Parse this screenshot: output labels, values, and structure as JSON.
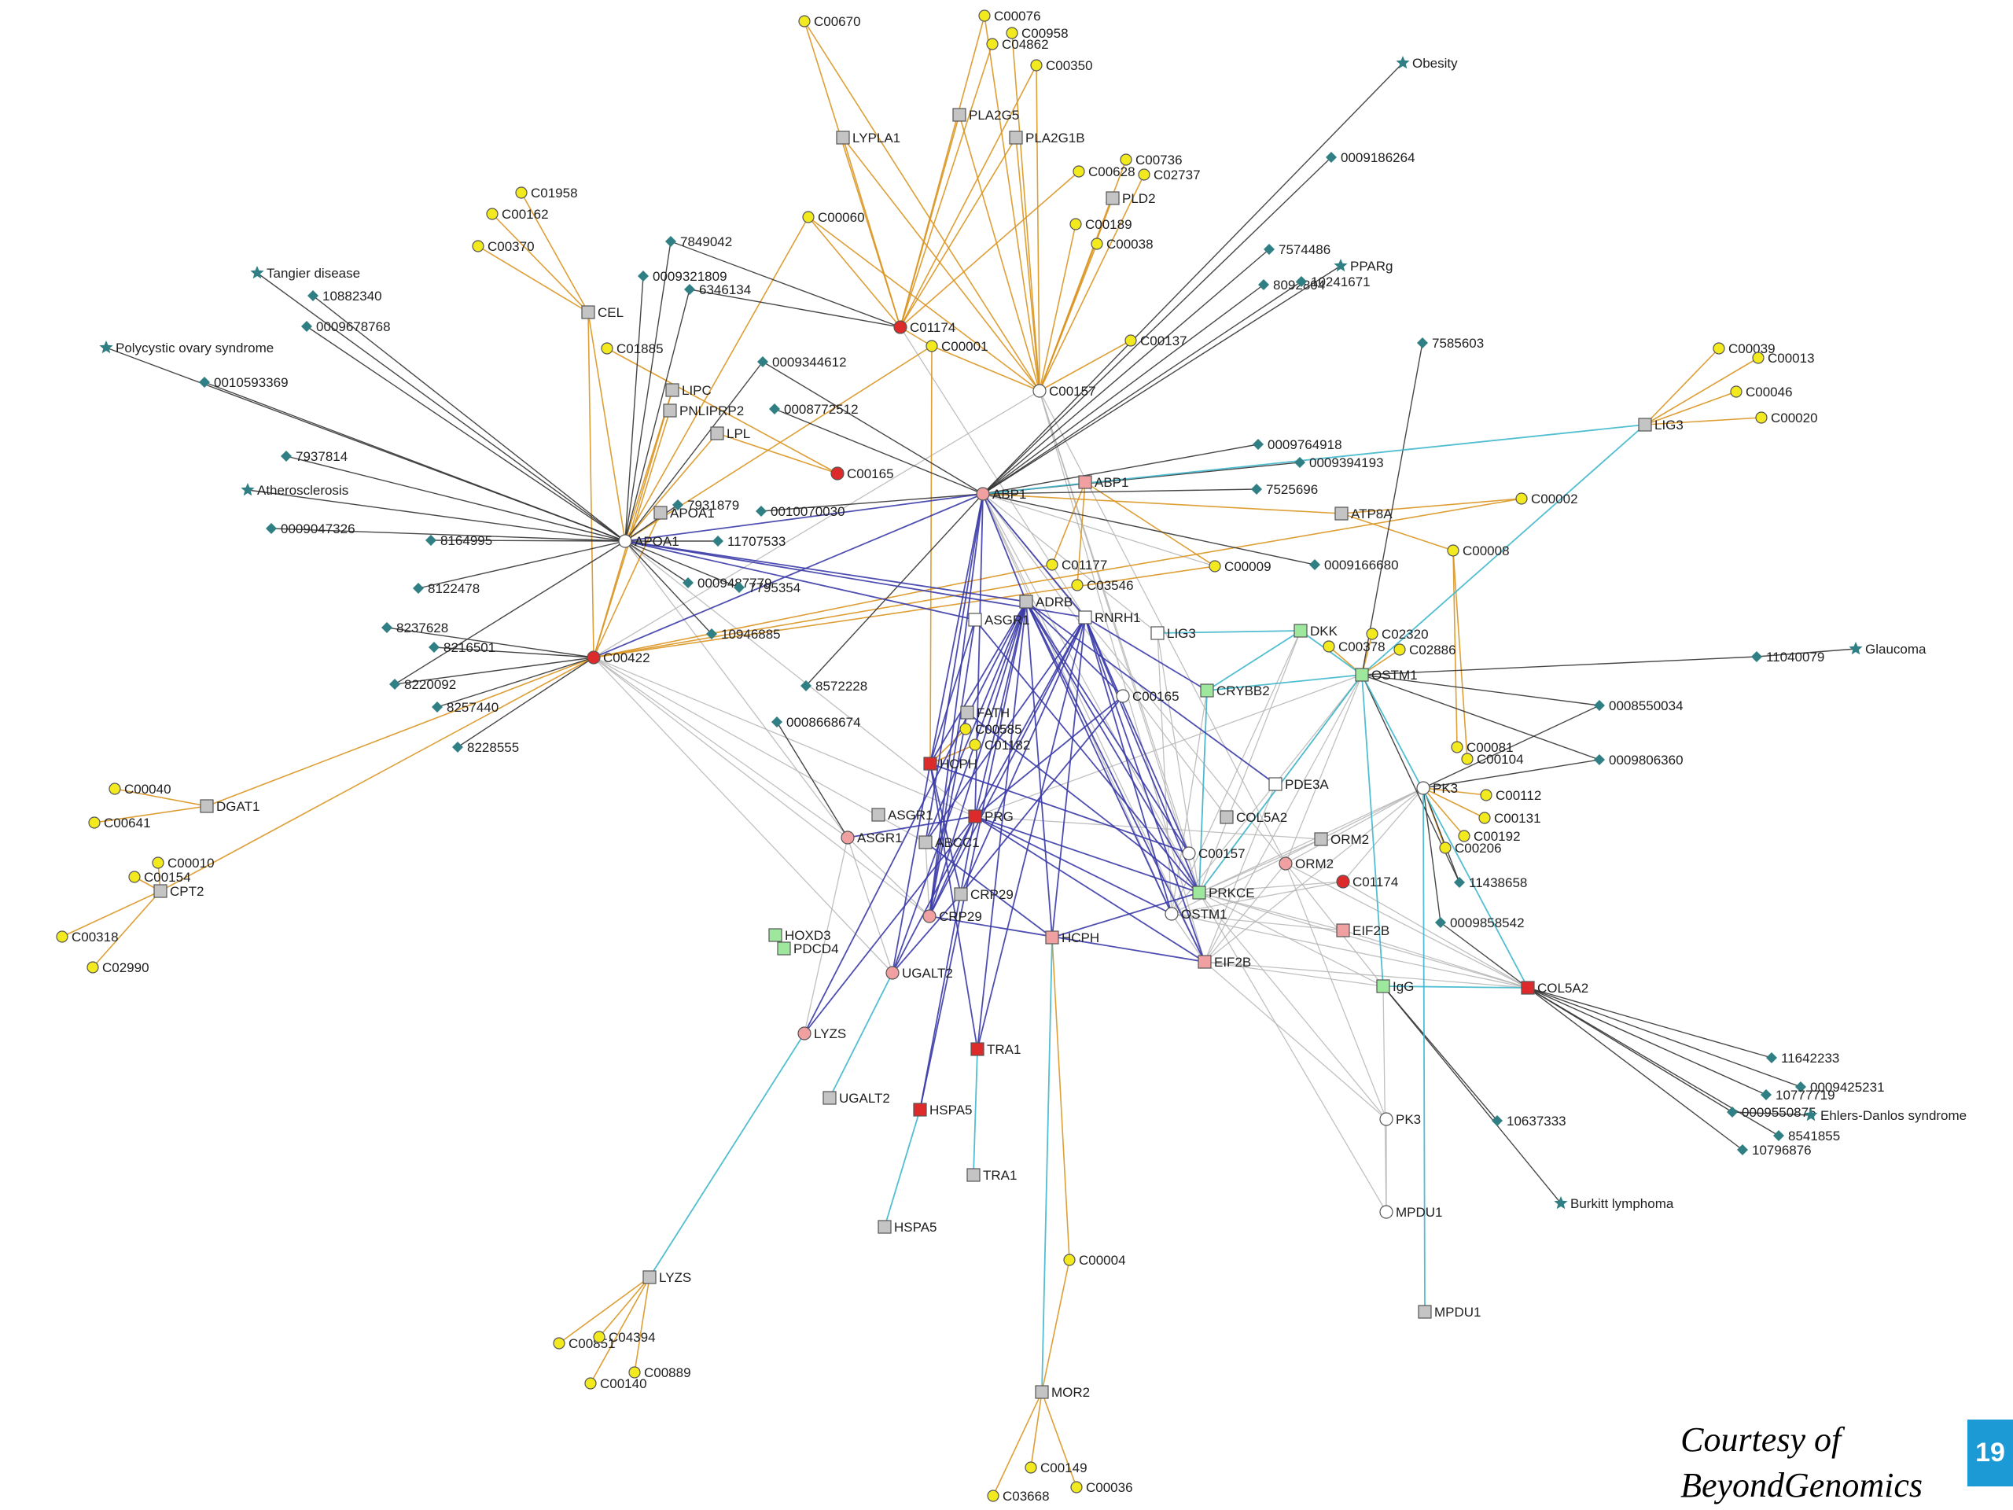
{
  "colors": {
    "metabolite": "#f2ea1e",
    "protein": "#c4c4c4",
    "snp": "#2f7f84",
    "disease": "#2f7f84",
    "edge_metabolic": "#d99520",
    "edge_protein": "#3b3ba8",
    "edge_genetic": "#333333",
    "edge_correlation": "#b5b5b5",
    "edge_transcript": "#3fb7cc",
    "hub_red": "#dd2a2a",
    "hub_pink": "#f0a0a0",
    "hub_green": "#9ee89e",
    "hub_white": "#ffffff",
    "page_tab": "#1c9ad6"
  },
  "credit": {
    "line1": "Courtesy of",
    "line2": "BeyondGenomics"
  },
  "page_number": "19",
  "nodes": [
    {
      "id": "C00422",
      "type": "metabolite",
      "style": "red",
      "label": "C00422"
    },
    {
      "id": "APOA1",
      "type": "metabolite",
      "style": "white",
      "label": "APOA1"
    },
    {
      "id": "ABP1",
      "type": "protein",
      "style": "pink",
      "label": "ABP1"
    },
    {
      "id": "C01174a",
      "type": "metabolite",
      "style": "red",
      "label": "C01174"
    },
    {
      "id": "C00001",
      "type": "metabolite",
      "style": "yellow",
      "label": "C00001"
    },
    {
      "id": "C00157",
      "type": "metabolite",
      "style": "white",
      "label": "C00157"
    },
    {
      "id": "C00165a",
      "type": "metabolite",
      "style": "red",
      "label": "C00165"
    },
    {
      "id": "CEL",
      "type": "protein",
      "style": "gray",
      "label": "CEL"
    },
    {
      "id": "LIPC",
      "type": "protein",
      "style": "gray",
      "label": "LIPC"
    },
    {
      "id": "PNLIPRP2",
      "type": "protein",
      "style": "gray",
      "label": "PNLIPRP2"
    },
    {
      "id": "LPL",
      "type": "protein",
      "style": "gray",
      "label": "LPL"
    },
    {
      "id": "APOA1p",
      "type": "protein",
      "style": "gray",
      "label": "APOA1"
    },
    {
      "id": "LYPLA1",
      "type": "protein",
      "style": "gray",
      "label": "LYPLA1"
    },
    {
      "id": "PLA2G5",
      "type": "protein",
      "style": "gray",
      "label": "PLA2G5"
    },
    {
      "id": "PLA2G1B",
      "type": "protein",
      "style": "gray",
      "label": "PLA2G1B"
    },
    {
      "id": "PLD2",
      "type": "protein",
      "style": "gray",
      "label": "PLD2"
    },
    {
      "id": "LIG3",
      "type": "protein",
      "style": "gray",
      "label": "LIG3"
    },
    {
      "id": "ATP8A",
      "type": "protein",
      "style": "gray",
      "label": "ATP8A"
    },
    {
      "id": "ABP1b",
      "type": "protein",
      "style": "pink",
      "label": "ABP1"
    },
    {
      "id": "DGAT1",
      "type": "protein",
      "style": "gray",
      "label": "DGAT1"
    },
    {
      "id": "CPT2",
      "type": "protein",
      "style": "gray",
      "label": "CPT2"
    },
    {
      "id": "HCPH",
      "type": "protein",
      "style": "red",
      "label": "HCPH"
    },
    {
      "id": "HCPH2",
      "type": "protein",
      "style": "pink",
      "label": "HCPH"
    },
    {
      "id": "ASGR1a",
      "type": "protein",
      "style": "gray",
      "label": "ASGR1"
    },
    {
      "id": "ASGR1b",
      "type": "protein",
      "style": "pink",
      "label": "ASGR1"
    },
    {
      "id": "ABCC1",
      "type": "protein",
      "style": "gray",
      "label": "ABCC1"
    },
    {
      "id": "PRG",
      "type": "protein",
      "style": "red",
      "label": "PRG"
    },
    {
      "id": "CRP29",
      "type": "protein",
      "style": "pink",
      "label": "CRP29"
    },
    {
      "id": "CRP29b",
      "type": "protein",
      "style": "gray",
      "label": "CRP29"
    },
    {
      "id": "UGALT2a",
      "type": "protein",
      "style": "pink",
      "label": "UGALT2"
    },
    {
      "id": "UGALT2b",
      "type": "protein",
      "style": "gray",
      "label": "UGALT2"
    },
    {
      "id": "LYZSa",
      "type": "protein",
      "style": "pink",
      "label": "LYZS"
    },
    {
      "id": "LYZSb",
      "type": "protein",
      "style": "gray",
      "label": "LYZS"
    },
    {
      "id": "TRA1a",
      "type": "protein",
      "style": "red",
      "label": "TRA1"
    },
    {
      "id": "TRA1b",
      "type": "protein",
      "style": "gray",
      "label": "TRA1"
    },
    {
      "id": "HSPA5a",
      "type": "protein",
      "style": "red",
      "label": "HSPA5"
    },
    {
      "id": "HSPA5b",
      "type": "protein",
      "style": "gray",
      "label": "HSPA5"
    },
    {
      "id": "HOXD3",
      "type": "protein",
      "style": "green",
      "label": "HOXD3"
    },
    {
      "id": "PDCD4",
      "type": "protein",
      "style": "green",
      "label": "PDCD4"
    },
    {
      "id": "MOR2",
      "type": "protein",
      "style": "gray",
      "label": "MOR2"
    },
    {
      "id": "ORM2a",
      "type": "protein",
      "style": "gray",
      "label": "ORM2"
    },
    {
      "id": "ORM2b",
      "type": "protein",
      "style": "pink",
      "label": "ORM2"
    },
    {
      "id": "EIF2Ba",
      "type": "protein",
      "style": "pink",
      "label": "EIF2B"
    },
    {
      "id": "EIF2Bb",
      "type": "protein",
      "style": "pink",
      "label": "EIF2B"
    },
    {
      "id": "COL5A2a",
      "type": "protein",
      "style": "red",
      "label": "COL5A2"
    },
    {
      "id": "COL5A2b",
      "type": "protein",
      "style": "gray",
      "label": "COL5A2"
    },
    {
      "id": "IgG",
      "type": "protein",
      "style": "green",
      "label": "IgG"
    },
    {
      "id": "PK3a",
      "type": "protein",
      "style": "white",
      "label": "PK3"
    },
    {
      "id": "PK3b",
      "type": "protein",
      "style": "white",
      "label": "PK3"
    },
    {
      "id": "MPDU1a",
      "type": "protein",
      "style": "white",
      "label": "MPDU1"
    },
    {
      "id": "MPDU1b",
      "type": "protein",
      "style": "gray",
      "label": "MPDU1"
    },
    {
      "id": "OSTM1a",
      "type": "protein",
      "style": "green",
      "label": "OSTM1"
    },
    {
      "id": "OSTM1b",
      "type": "protein",
      "style": "white",
      "label": "OSTM1"
    },
    {
      "id": "CRYBB2",
      "type": "protein",
      "style": "green",
      "label": "CRYBB2"
    },
    {
      "id": "PDE3A",
      "type": "protein",
      "style": "white",
      "label": "PDE3A"
    },
    {
      "id": "DKK",
      "type": "protein",
      "style": "green",
      "label": "DKK"
    },
    {
      "id": "LIG3b",
      "type": "protein",
      "style": "white",
      "label": "LIG3"
    },
    {
      "id": "PRKCE",
      "type": "protein",
      "style": "green",
      "label": "PRKCE"
    },
    {
      "id": "FATH",
      "type": "protein",
      "style": "gray",
      "label": "FATH"
    },
    {
      "id": "RNRH1",
      "type": "protein",
      "style": "white",
      "label": "RNRH1"
    },
    {
      "id": "ADRB",
      "type": "protein",
      "style": "gray",
      "label": "ADRB"
    },
    {
      "id": "ASGR1c",
      "type": "protein",
      "style": "white",
      "label": "ASGR1"
    },
    {
      "id": "C01174b",
      "type": "metabolite",
      "style": "red",
      "label": "C01174"
    },
    {
      "id": "C00165b",
      "type": "metabolite",
      "style": "white",
      "label": "C00165"
    },
    {
      "id": "C00157b",
      "type": "metabolite",
      "style": "white",
      "label": "C00157"
    },
    {
      "id": "C01177",
      "type": "metabolite",
      "style": "yellow",
      "label": "C01177"
    },
    {
      "id": "C03546",
      "type": "metabolite",
      "style": "yellow",
      "label": "C03546"
    },
    {
      "id": "C00009",
      "type": "metabolite",
      "style": "yellow",
      "label": "C00009"
    },
    {
      "id": "C00002",
      "type": "metabolite",
      "style": "yellow",
      "label": "C00002"
    },
    {
      "id": "C00008",
      "type": "metabolite",
      "style": "yellow",
      "label": "C00008"
    },
    {
      "id": "C00670",
      "type": "metabolite",
      "style": "yellow",
      "label": "C00670"
    },
    {
      "id": "C00076",
      "type": "metabolite",
      "style": "yellow",
      "label": "C00076"
    },
    {
      "id": "C00958",
      "type": "metabolite",
      "style": "yellow",
      "label": "C00958"
    },
    {
      "id": "C04862",
      "type": "metabolite",
      "style": "yellow",
      "label": "C04862"
    },
    {
      "id": "C00350",
      "type": "metabolite",
      "style": "yellow",
      "label": "C00350"
    },
    {
      "id": "C00736",
      "type": "metabolite",
      "style": "yellow",
      "label": "C00736"
    },
    {
      "id": "C02737",
      "type": "metabolite",
      "style": "yellow",
      "label": "C02737"
    },
    {
      "id": "C00628",
      "type": "metabolite",
      "style": "yellow",
      "label": "C00628"
    },
    {
      "id": "C00189",
      "type": "metabolite",
      "style": "yellow",
      "label": "C00189"
    },
    {
      "id": "C00038",
      "type": "metabolite",
      "style": "yellow",
      "label": "C00038"
    },
    {
      "id": "C00137",
      "type": "metabolite",
      "style": "yellow",
      "label": "C00137"
    },
    {
      "id": "C01958",
      "type": "metabolite",
      "style": "yellow",
      "label": "C01958"
    },
    {
      "id": "C00162",
      "type": "metabolite",
      "style": "yellow",
      "label": "C00162"
    },
    {
      "id": "C00370",
      "type": "metabolite",
      "style": "yellow",
      "label": "C00370"
    },
    {
      "id": "C00060",
      "type": "metabolite",
      "style": "yellow",
      "label": "C00060"
    },
    {
      "id": "C01885",
      "type": "metabolite",
      "style": "yellow",
      "label": "C01885"
    },
    {
      "id": "C00039",
      "type": "metabolite",
      "style": "yellow",
      "label": "C00039"
    },
    {
      "id": "C00013",
      "type": "metabolite",
      "style": "yellow",
      "label": "C00013"
    },
    {
      "id": "C00046",
      "type": "metabolite",
      "style": "yellow",
      "label": "C00046"
    },
    {
      "id": "C00020",
      "type": "metabolite",
      "style": "yellow",
      "label": "C00020"
    },
    {
      "id": "C00040",
      "type": "metabolite",
      "style": "yellow",
      "label": "C00040"
    },
    {
      "id": "C00641",
      "type": "metabolite",
      "style": "yellow",
      "label": "C00641"
    },
    {
      "id": "C00010",
      "type": "metabolite",
      "style": "yellow",
      "label": "C00010"
    },
    {
      "id": "C00154",
      "type": "metabolite",
      "style": "yellow",
      "label": "C00154"
    },
    {
      "id": "C00318",
      "type": "metabolite",
      "style": "yellow",
      "label": "C00318"
    },
    {
      "id": "C02990",
      "type": "metabolite",
      "style": "yellow",
      "label": "C02990"
    },
    {
      "id": "C00004",
      "type": "metabolite",
      "style": "yellow",
      "label": "C00004"
    },
    {
      "id": "C00149",
      "type": "metabolite",
      "style": "yellow",
      "label": "C00149"
    },
    {
      "id": "C00036",
      "type": "metabolite",
      "style": "yellow",
      "label": "C00036"
    },
    {
      "id": "C03668",
      "type": "metabolite",
      "style": "yellow",
      "label": "C03668"
    },
    {
      "id": "C00851",
      "type": "metabolite",
      "style": "yellow",
      "label": "C00851"
    },
    {
      "id": "C04394",
      "type": "metabolite",
      "style": "yellow",
      "label": "C04394"
    },
    {
      "id": "C00889",
      "type": "metabolite",
      "style": "yellow",
      "label": "C00889"
    },
    {
      "id": "C00140",
      "type": "metabolite",
      "style": "yellow",
      "label": "C00140"
    },
    {
      "id": "C00104",
      "type": "metabolite",
      "style": "yellow",
      "label": "C00104"
    },
    {
      "id": "C00081",
      "type": "metabolite",
      "style": "yellow",
      "label": "C00081"
    },
    {
      "id": "C00112",
      "type": "metabolite",
      "style": "yellow",
      "label": "C00112"
    },
    {
      "id": "C00131",
      "type": "metabolite",
      "style": "yellow",
      "label": "C00131"
    },
    {
      "id": "C00192",
      "type": "metabolite",
      "style": "yellow",
      "label": "C00192"
    },
    {
      "id": "C00206",
      "type": "metabolite",
      "style": "yellow",
      "label": "C00206"
    },
    {
      "id": "C02320",
      "type": "metabolite",
      "style": "yellow",
      "label": "C02320"
    },
    {
      "id": "C02886",
      "type": "metabolite",
      "style": "yellow",
      "label": "C02886"
    },
    {
      "id": "C00378",
      "type": "metabolite",
      "style": "yellow",
      "label": "C00378"
    },
    {
      "id": "C00585",
      "type": "metabolite",
      "style": "yellow",
      "label": "C00585"
    },
    {
      "id": "C01182",
      "type": "metabolite",
      "style": "yellow",
      "label": "C01182"
    },
    {
      "id": "s7849042",
      "type": "snp",
      "label": "7849042"
    },
    {
      "id": "s0009321809",
      "type": "snp",
      "label": "0009321809"
    },
    {
      "id": "s6346134",
      "type": "snp",
      "label": "6346134"
    },
    {
      "id": "s10882340",
      "type": "snp",
      "label": "10882340"
    },
    {
      "id": "s0009678768",
      "type": "snp",
      "label": "0009678768"
    },
    {
      "id": "s0010593369",
      "type": "snp",
      "label": "0010593369"
    },
    {
      "id": "s0009344612",
      "type": "snp",
      "label": "0009344612"
    },
    {
      "id": "s0008772512",
      "type": "snp",
      "label": "0008772512"
    },
    {
      "id": "s7937814",
      "type": "snp",
      "label": "7937814"
    },
    {
      "id": "s0009047326",
      "type": "snp",
      "label": "0009047326"
    },
    {
      "id": "s7931879",
      "type": "snp",
      "label": "7931879"
    },
    {
      "id": "s0010070030",
      "type": "snp",
      "label": "0010070030"
    },
    {
      "id": "s8164995",
      "type": "snp",
      "label": "8164995"
    },
    {
      "id": "s11707533",
      "type": "snp",
      "label": "11707533"
    },
    {
      "id": "s8122478",
      "type": "snp",
      "label": "8122478"
    },
    {
      "id": "s0009487779",
      "type": "snp",
      "label": "0009487779"
    },
    {
      "id": "s7795354",
      "type": "snp",
      "label": "7795354"
    },
    {
      "id": "s8237628",
      "type": "snp",
      "label": "8237628"
    },
    {
      "id": "s8216501",
      "type": "snp",
      "label": "8216501"
    },
    {
      "id": "s10946885",
      "type": "snp",
      "label": "10946885"
    },
    {
      "id": "s8220092",
      "type": "snp",
      "label": "8220092"
    },
    {
      "id": "s8257440",
      "type": "snp",
      "label": "8257440"
    },
    {
      "id": "s8228555",
      "type": "snp",
      "label": "8228555"
    },
    {
      "id": "s8572228",
      "type": "snp",
      "label": "8572228"
    },
    {
      "id": "s0008668674",
      "type": "snp",
      "label": "0008668674"
    },
    {
      "id": "s0009186264",
      "type": "snp",
      "label": "0009186264"
    },
    {
      "id": "s7574486",
      "type": "snp",
      "label": "7574486"
    },
    {
      "id": "s8092804",
      "type": "snp",
      "label": "8092804"
    },
    {
      "id": "s10241671",
      "type": "snp",
      "label": "10241671"
    },
    {
      "id": "s7585603",
      "type": "snp",
      "label": "7585603"
    },
    {
      "id": "s0009764918",
      "type": "snp",
      "label": "0009764918"
    },
    {
      "id": "s0009394193",
      "type": "snp",
      "label": "0009394193"
    },
    {
      "id": "s7525696",
      "type": "snp",
      "label": "7525696"
    },
    {
      "id": "s0009166680",
      "type": "snp",
      "label": "0009166680"
    },
    {
      "id": "s11040079",
      "type": "snp",
      "label": "11040079"
    },
    {
      "id": "s0008550034",
      "type": "snp",
      "label": "0008550034"
    },
    {
      "id": "s0009806360",
      "type": "snp",
      "label": "0009806360"
    },
    {
      "id": "s11438658",
      "type": "snp",
      "label": "11438658"
    },
    {
      "id": "s0009858542",
      "type": "snp",
      "label": "0009858542"
    },
    {
      "id": "s11642233",
      "type": "snp",
      "label": "11642233"
    },
    {
      "id": "s0009425231",
      "type": "snp",
      "label": "0009425231"
    },
    {
      "id": "s10777719",
      "type": "snp",
      "label": "10777719"
    },
    {
      "id": "s0009550875",
      "type": "snp",
      "label": "0009550875"
    },
    {
      "id": "s8541855",
      "type": "snp",
      "label": "8541855"
    },
    {
      "id": "s10796876",
      "type": "snp",
      "label": "10796876"
    },
    {
      "id": "s10637333",
      "type": "snp",
      "label": "10637333"
    },
    {
      "id": "dObesity",
      "type": "disease",
      "label": "Obesity"
    },
    {
      "id": "dTangier",
      "type": "disease",
      "label": "Tangier disease"
    },
    {
      "id": "dPCOS",
      "type": "disease",
      "label": "Polycystic ovary syndrome"
    },
    {
      "id": "dAtheros",
      "type": "disease",
      "label": "Atherosclerosis"
    },
    {
      "id": "dPPARg",
      "type": "disease",
      "label": "PPARg"
    },
    {
      "id": "dGlaucoma",
      "type": "disease",
      "label": "Glaucoma"
    },
    {
      "id": "dEhlers",
      "type": "disease",
      "label": "Ehlers-Danlos syndrome"
    },
    {
      "id": "dBurkitt",
      "type": "disease",
      "label": "Burkitt lymphoma"
    }
  ]
}
